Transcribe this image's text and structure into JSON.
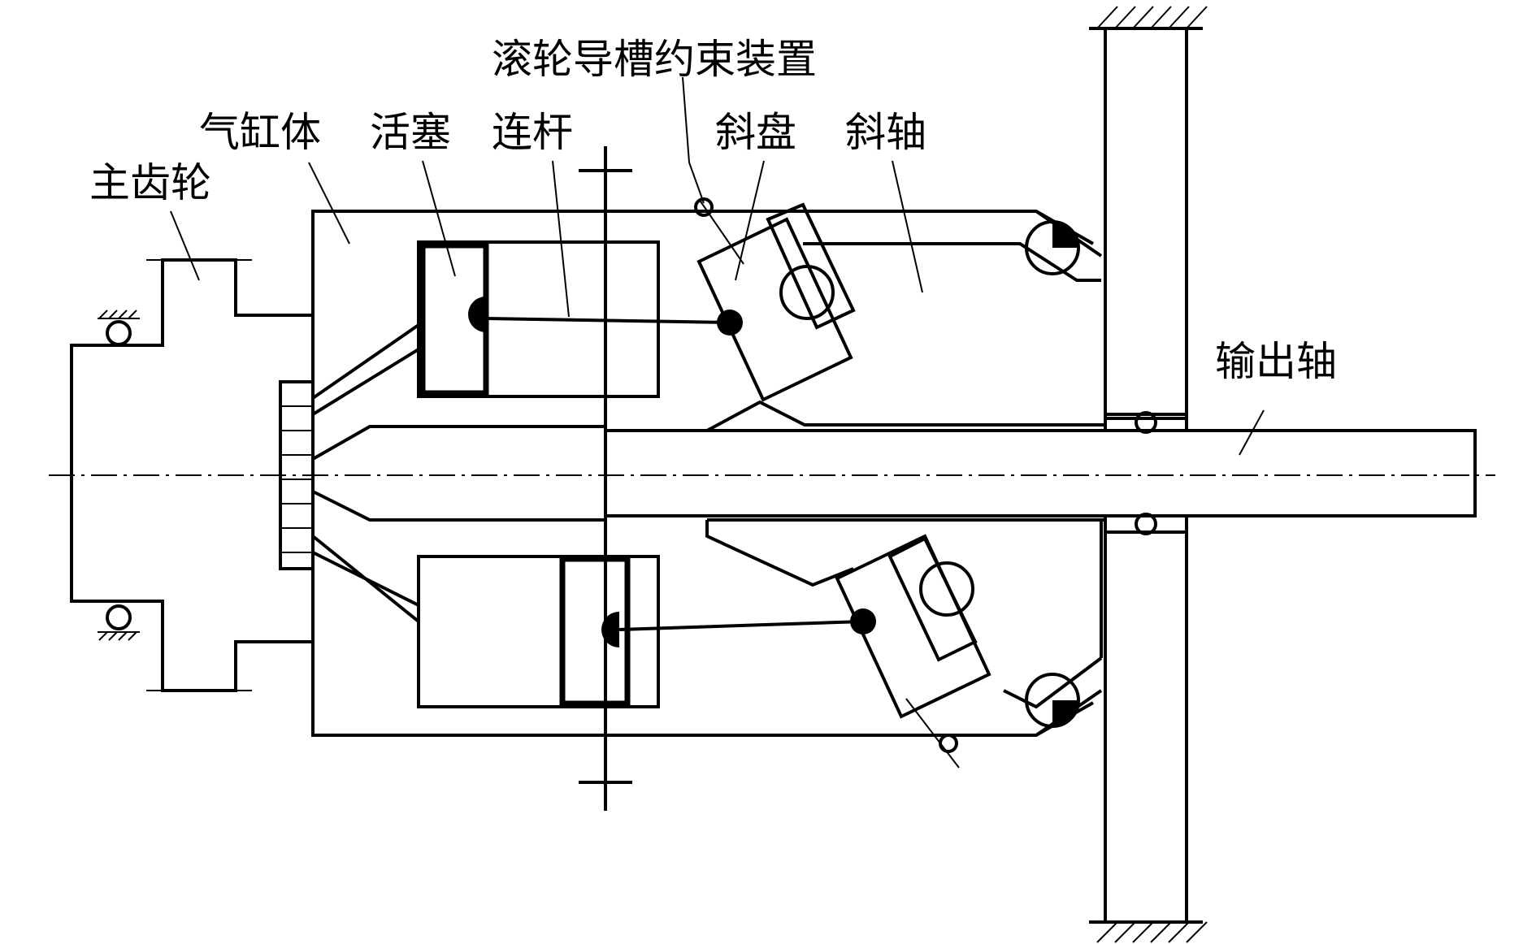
{
  "labels": {
    "roller_guide": "滚轮导槽约束装置",
    "cylinder_block": "气缸体",
    "piston": "活塞",
    "connecting_rod": "连杆",
    "swash_plate": "斜盘",
    "inclined_shaft": "斜轴",
    "main_gear": "主齿轮",
    "output_shaft": "输出轴"
  }
}
